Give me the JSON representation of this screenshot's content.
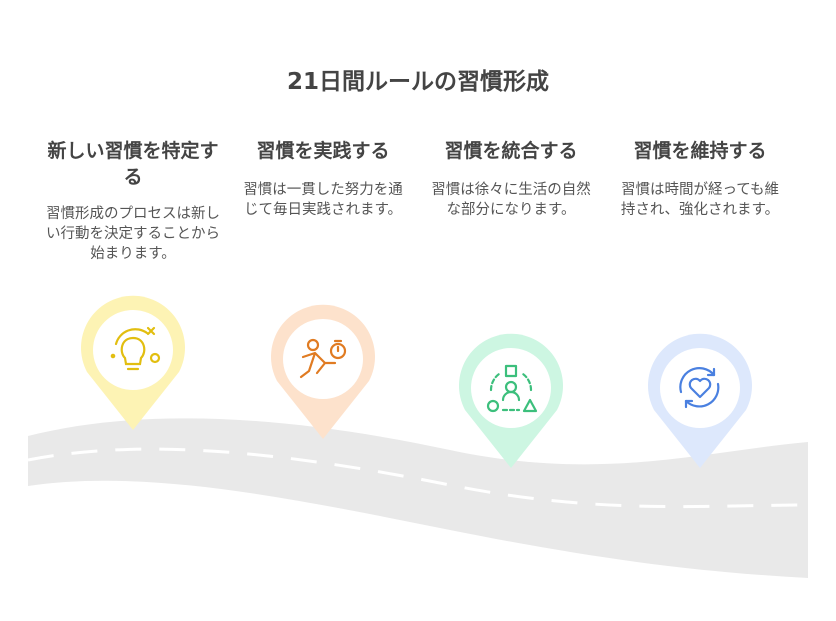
{
  "title": "21日間ルールの習慣形成",
  "steps": [
    {
      "heading": "新しい習慣を特定する",
      "body": "習慣形成のプロセスは新しい行動を決定することから始まります。",
      "icon": "lightbulb-icon",
      "color": "#e2be10",
      "ring": "#fdf3b4"
    },
    {
      "heading": "習慣を実践する",
      "body": "習慣は一貫した努力を通じて毎日実践されます。",
      "icon": "running-stopwatch-icon",
      "color": "#e07b22",
      "ring": "#fde2cc"
    },
    {
      "heading": "習慣を統合する",
      "body": "習慣は徐々に生活の自然な部分になります。",
      "icon": "person-shapes-icon",
      "color": "#3cbf7c",
      "ring": "#cdf6e2"
    },
    {
      "heading": "習慣を維持する",
      "body": "習慣は時間が経っても維持され、強化されます。",
      "icon": "heart-cycle-icon",
      "color": "#4a80e0",
      "ring": "#dde8fc"
    }
  ]
}
